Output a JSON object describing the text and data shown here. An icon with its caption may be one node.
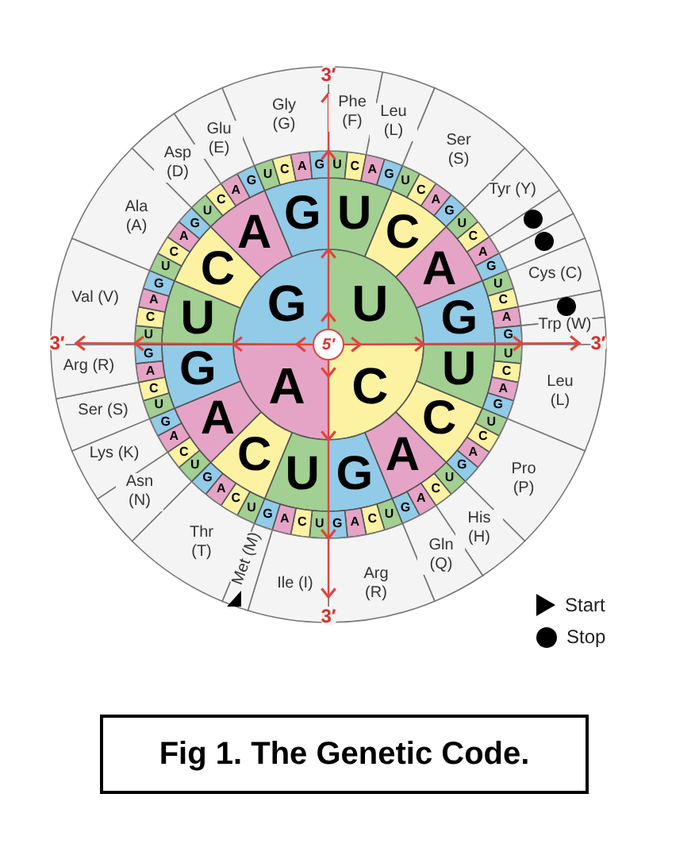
{
  "diagram": {
    "caption": "Fig 1. The Genetic Code.",
    "nodes": [
      {
        "text": [
          "5′"
        ]
      },
      {
        "text": [
          "U"
        ]
      },
      {
        "text": [
          "C"
        ]
      },
      {
        "text": [
          "A"
        ]
      },
      {
        "text": [
          "G"
        ]
      },
      {
        "text": [
          "U"
        ]
      },
      {
        "text": [
          "C"
        ]
      },
      {
        "text": [
          "A"
        ]
      },
      {
        "text": [
          "G"
        ]
      },
      {
        "text": [
          "U"
        ]
      },
      {
        "text": [
          "C"
        ]
      },
      {
        "text": [
          "A"
        ]
      },
      {
        "text": [
          "G"
        ]
      },
      {
        "text": [
          "U"
        ]
      },
      {
        "text": [
          "C"
        ]
      },
      {
        "text": [
          "A"
        ]
      },
      {
        "text": [
          "G"
        ]
      },
      {
        "text": [
          "U"
        ]
      },
      {
        "text": [
          "C"
        ]
      },
      {
        "text": [
          "A"
        ]
      },
      {
        "text": [
          "G"
        ]
      },
      {
        "text": [
          "U"
        ]
      },
      {
        "text": [
          "C"
        ]
      },
      {
        "text": [
          "A"
        ]
      },
      {
        "text": [
          "G"
        ]
      },
      {
        "text": [
          "U"
        ]
      },
      {
        "text": [
          "C"
        ]
      },
      {
        "text": [
          "A"
        ]
      },
      {
        "text": [
          "G"
        ]
      },
      {
        "text": [
          "U"
        ]
      },
      {
        "text": [
          "C"
        ]
      },
      {
        "text": [
          "A"
        ]
      },
      {
        "text": [
          "G"
        ]
      },
      {
        "text": [
          "U"
        ]
      },
      {
        "text": [
          "C"
        ]
      },
      {
        "text": [
          "A"
        ]
      },
      {
        "text": [
          "G"
        ]
      },
      {
        "text": [
          "U"
        ]
      },
      {
        "text": [
          "C"
        ]
      },
      {
        "text": [
          "A"
        ]
      },
      {
        "text": [
          "G"
        ]
      },
      {
        "text": [
          "U"
        ]
      },
      {
        "text": [
          "C"
        ]
      },
      {
        "text": [
          "A"
        ]
      },
      {
        "text": [
          "G"
        ]
      },
      {
        "text": [
          "U"
        ]
      },
      {
        "text": [
          "C"
        ]
      },
      {
        "text": [
          "A"
        ]
      },
      {
        "text": [
          "G"
        ]
      },
      {
        "text": [
          "U"
        ]
      },
      {
        "text": [
          "C"
        ]
      },
      {
        "text": [
          "A"
        ]
      },
      {
        "text": [
          "G"
        ]
      },
      {
        "text": [
          "U"
        ]
      },
      {
        "text": [
          "C"
        ]
      },
      {
        "text": [
          "A"
        ]
      },
      {
        "text": [
          "G"
        ]
      },
      {
        "text": [
          "U"
        ]
      },
      {
        "text": [
          "C"
        ]
      },
      {
        "text": [
          "A"
        ]
      },
      {
        "text": [
          "G"
        ]
      },
      {
        "text": [
          "U"
        ]
      },
      {
        "text": [
          "C"
        ]
      },
      {
        "text": [
          "A"
        ]
      },
      {
        "text": [
          "G"
        ]
      },
      {
        "text": [
          "U"
        ]
      },
      {
        "text": [
          "C"
        ]
      },
      {
        "text": [
          "A"
        ]
      },
      {
        "text": [
          "G"
        ]
      },
      {
        "text": [
          "U"
        ]
      },
      {
        "text": [
          "C"
        ]
      },
      {
        "text": [
          "A"
        ]
      },
      {
        "text": [
          "G"
        ]
      },
      {
        "text": [
          "U"
        ]
      },
      {
        "text": [
          "C"
        ]
      },
      {
        "text": [
          "A"
        ]
      },
      {
        "text": [
          "G"
        ]
      },
      {
        "text": [
          "U"
        ]
      },
      {
        "text": [
          "C"
        ]
      },
      {
        "text": [
          "A"
        ]
      },
      {
        "text": [
          "G"
        ]
      },
      {
        "text": [
          "U"
        ]
      },
      {
        "text": [
          "C"
        ]
      },
      {
        "text": [
          "A"
        ]
      },
      {
        "text": [
          "G"
        ]
      },
      {
        "text": [
          "Phe (F)"
        ]
      },
      {
        "text": [
          "Leu (L)"
        ]
      },
      {
        "text": [
          "Ser (S)"
        ]
      },
      {
        "text": [
          "Tyr (Y)"
        ]
      },
      {
        "text": [],
        "shape": "circle"
      },
      {
        "text": [],
        "shape": "circle"
      },
      {
        "text": [
          "Cys (C)"
        ]
      },
      {
        "text": [],
        "shape": "circle"
      },
      {
        "text": [
          "Trp (W)"
        ]
      },
      {
        "text": [
          "Leu (L)"
        ]
      },
      {
        "text": [
          "Pro (P)"
        ]
      },
      {
        "text": [
          "His (H)"
        ]
      },
      {
        "text": [
          "Gln (Q)"
        ]
      },
      {
        "text": [
          "Arg (R)"
        ]
      },
      {
        "text": [
          "Ile (I)"
        ]
      },
      {
        "text": [
          "Met (M)"
        ]
      },
      {
        "text": [
          "Thr (T)"
        ]
      },
      {
        "text": [
          "Asn (N)"
        ]
      },
      {
        "text": [
          "Lys (K)"
        ]
      },
      {
        "text": [
          "Ser (S)"
        ]
      },
      {
        "text": [
          "Arg (R)"
        ]
      },
      {
        "text": [
          "Val (V)"
        ]
      },
      {
        "text": [
          "Ala (A)"
        ]
      },
      {
        "text": [
          "Asp (D)"
        ]
      },
      {
        "text": [
          "Glu (E)"
        ]
      },
      {
        "text": [
          "Gly (G)"
        ]
      },
      {
        "text": [
          "3′"
        ]
      },
      {
        "text": [
          "3′"
        ]
      },
      {
        "text": [
          "3′"
        ]
      },
      {
        "text": [
          "3′"
        ]
      }
    ],
    "edges": [
      {
        "from": 0,
        "to": 111,
        "arrow": "to"
      },
      {
        "from": 0,
        "to": 112,
        "arrow": "to"
      },
      {
        "from": 0,
        "to": 113,
        "arrow": "to"
      },
      {
        "from": 0,
        "to": 114,
        "arrow": "to"
      }
    ],
    "legend": [
      {
        "text": "Start"
      },
      {
        "text": "Stop"
      }
    ]
  }
}
